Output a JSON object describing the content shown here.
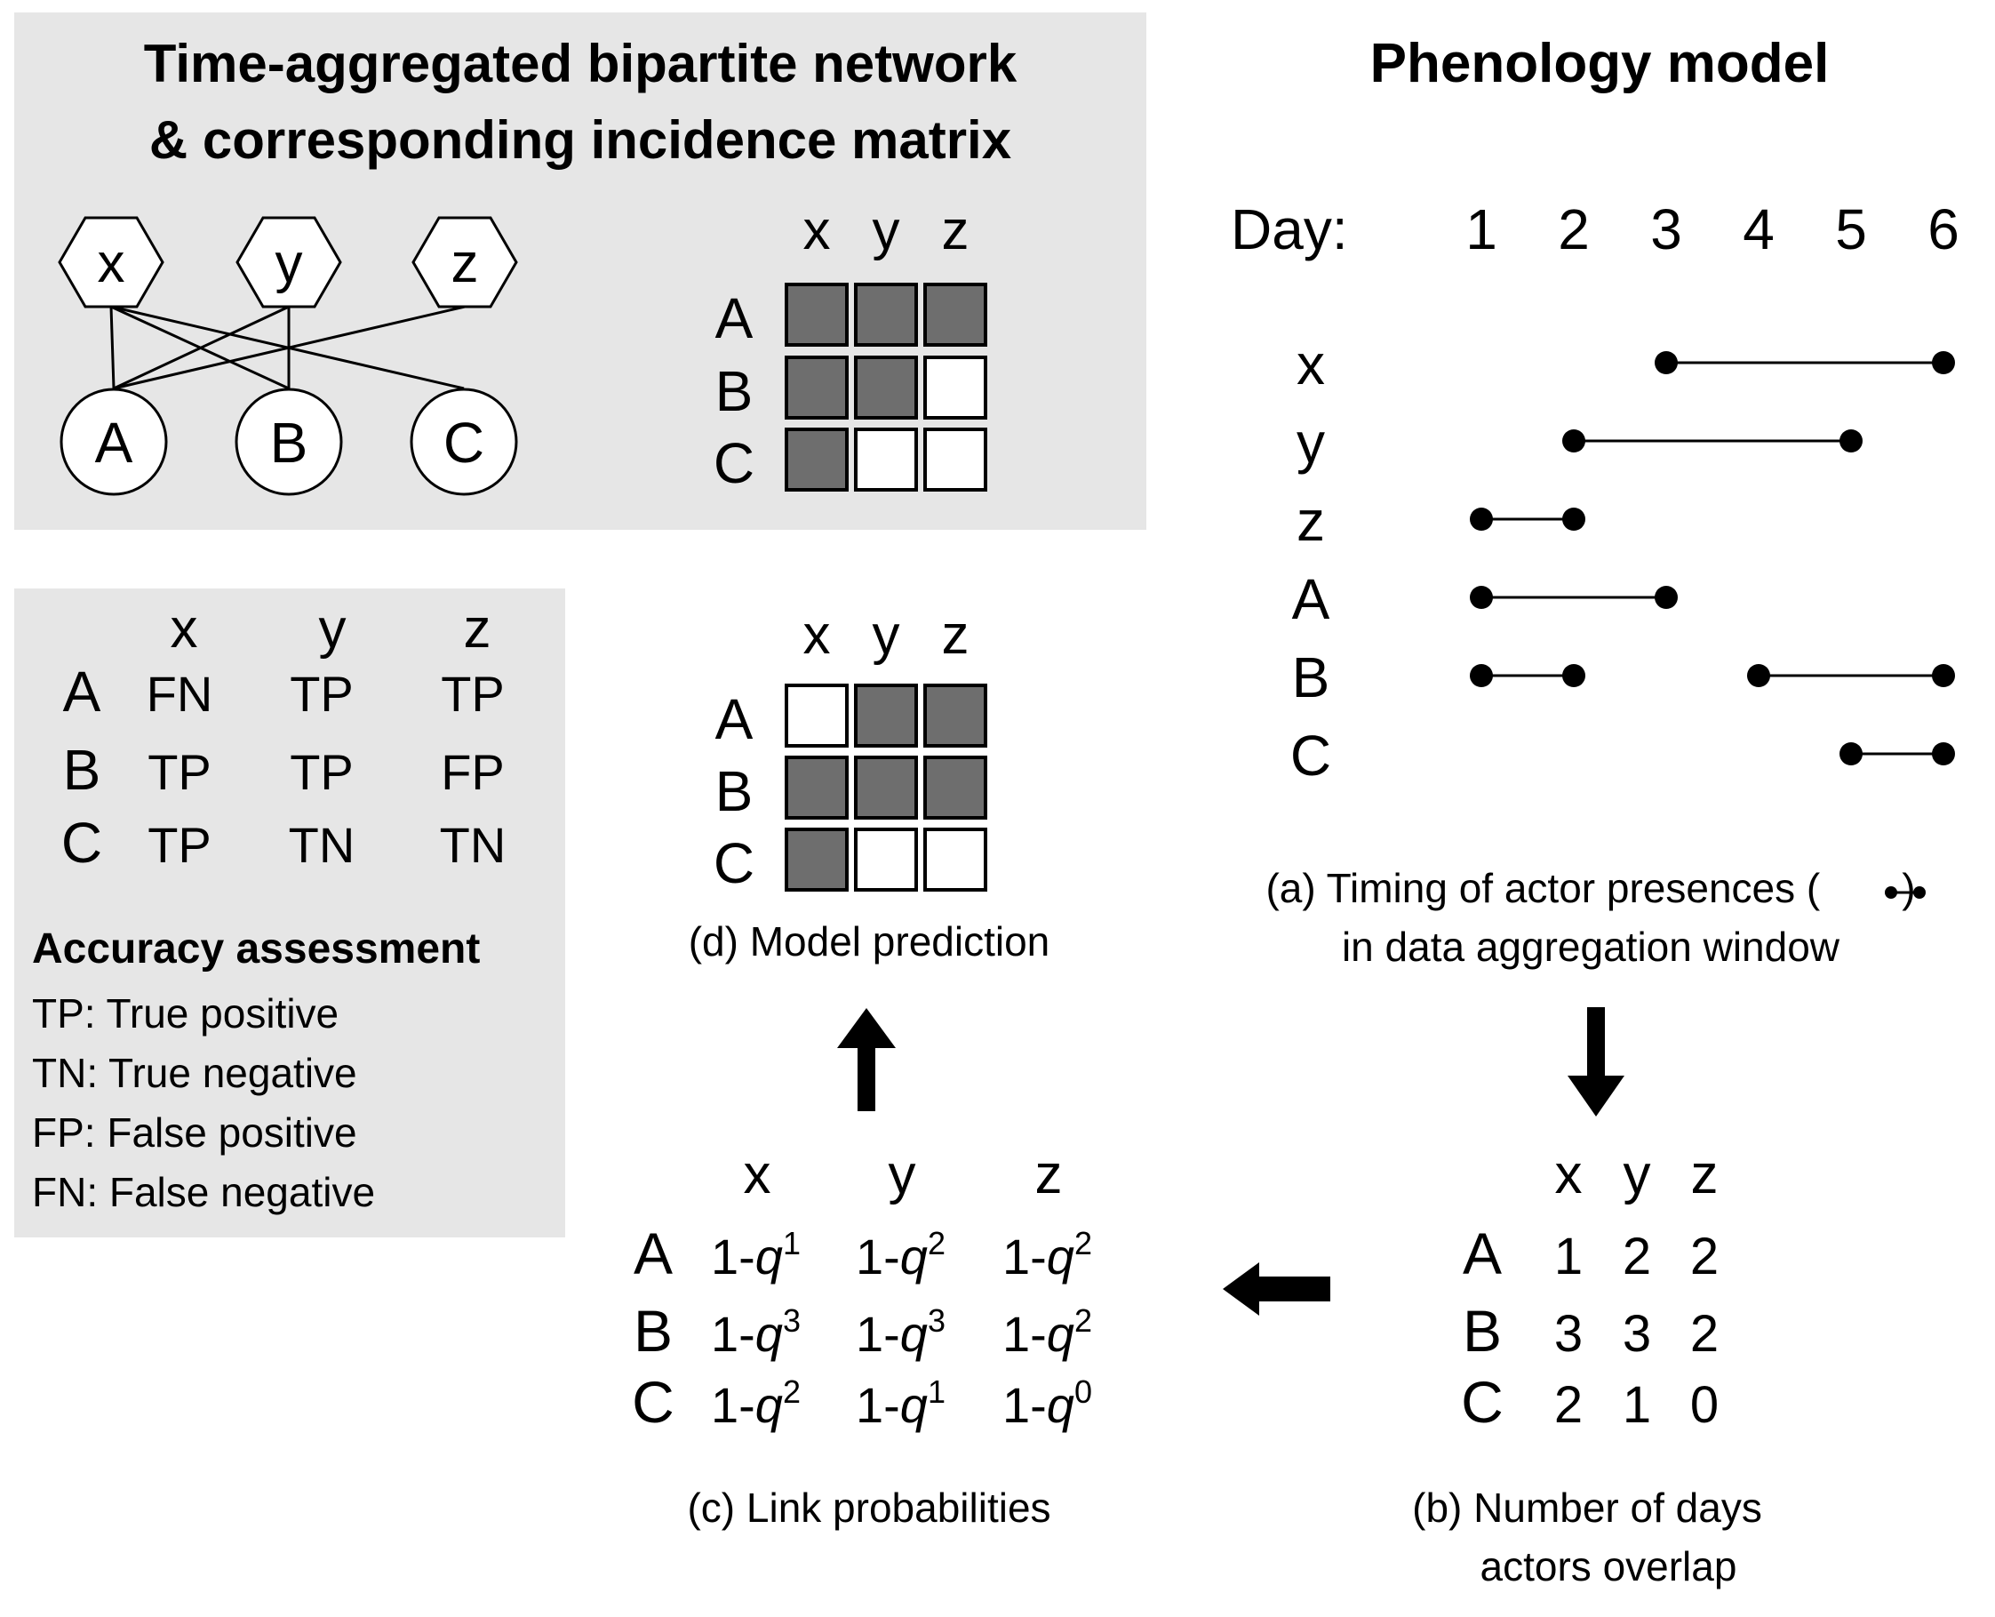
{
  "colors": {
    "panel_bg": "#e6e6e6",
    "filled_cell": "#6e6e6e",
    "empty_cell": "#ffffff",
    "ink": "#000000"
  },
  "network_panel": {
    "title_line1": "Time-aggregated bipartite network",
    "title_line2": "& corresponding incidence matrix",
    "top_nodes": [
      "x",
      "y",
      "z"
    ],
    "bottom_nodes": [
      "A",
      "B",
      "C"
    ],
    "edges": [
      [
        "x",
        "A"
      ],
      [
        "x",
        "B"
      ],
      [
        "x",
        "C"
      ],
      [
        "y",
        "A"
      ],
      [
        "y",
        "B"
      ],
      [
        "z",
        "A"
      ]
    ],
    "matrix": {
      "cols": [
        "x",
        "y",
        "z"
      ],
      "rows": [
        "A",
        "B",
        "C"
      ],
      "cells": [
        [
          1,
          1,
          1
        ],
        [
          1,
          1,
          0
        ],
        [
          1,
          0,
          0
        ]
      ]
    }
  },
  "phenology": {
    "title": "Phenology model",
    "day_label": "Day:",
    "days": [
      "1",
      "2",
      "3",
      "4",
      "5",
      "6"
    ],
    "actors": [
      {
        "label": "x",
        "intervals": [
          [
            3,
            6
          ]
        ]
      },
      {
        "label": "y",
        "intervals": [
          [
            2,
            5
          ]
        ]
      },
      {
        "label": "z",
        "intervals": [
          [
            1,
            2
          ]
        ]
      },
      {
        "label": "A",
        "intervals": [
          [
            1,
            3
          ]
        ]
      },
      {
        "label": "B",
        "intervals": [
          [
            1,
            2
          ],
          [
            4,
            6
          ]
        ]
      },
      {
        "label": "C",
        "intervals": [
          [
            5,
            6
          ]
        ]
      }
    ],
    "caption_line1_prefix": "(a) Timing of actor presences (",
    "caption_line1_suffix": ")",
    "caption_line2": "in data aggregation window"
  },
  "overlap": {
    "cols": [
      "x",
      "y",
      "z"
    ],
    "rows": [
      "A",
      "B",
      "C"
    ],
    "values": [
      [
        "1",
        "2",
        "2"
      ],
      [
        "3",
        "3",
        "2"
      ],
      [
        "2",
        "1",
        "0"
      ]
    ],
    "caption_line1": "(b) Number of days",
    "caption_line2": "actors overlap"
  },
  "link_probabilities": {
    "cols": [
      "x",
      "y",
      "z"
    ],
    "rows": [
      "A",
      "B",
      "C"
    ],
    "prefix": "1-",
    "symbol": "q",
    "exponents": [
      [
        "1",
        "2",
        "2"
      ],
      [
        "3",
        "3",
        "2"
      ],
      [
        "2",
        "1",
        "0"
      ]
    ],
    "caption": "(c) Link probabilities"
  },
  "prediction": {
    "cols": [
      "x",
      "y",
      "z"
    ],
    "rows": [
      "A",
      "B",
      "C"
    ],
    "cells": [
      [
        0,
        1,
        1
      ],
      [
        1,
        1,
        1
      ],
      [
        1,
        0,
        0
      ]
    ],
    "caption": "(d) Model prediction"
  },
  "accuracy_panel": {
    "cols": [
      "x",
      "y",
      "z"
    ],
    "rows": [
      "A",
      "B",
      "C"
    ],
    "values": [
      [
        "FN",
        "TP",
        "TP"
      ],
      [
        "TP",
        "TP",
        "FP"
      ],
      [
        "TP",
        "TN",
        "TN"
      ]
    ],
    "heading": "Accuracy assessment",
    "legend": [
      "TP: True positive",
      "TN: True negative",
      "FP: False positive",
      "FN: False negative"
    ]
  }
}
